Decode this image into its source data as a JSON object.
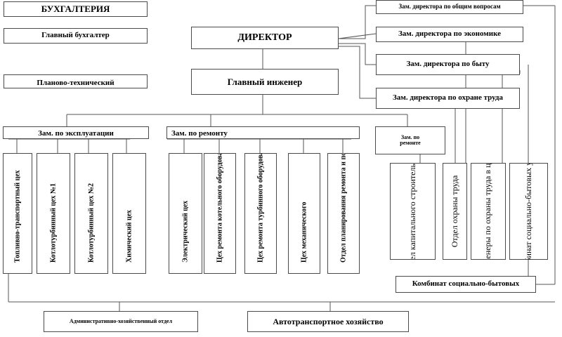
{
  "chart": {
    "accounting": "БУХГАЛТЕРИЯ",
    "chief_accountant": "Главный бухгалтер",
    "director": "ДИРЕКТОР",
    "chief_engineer": "Главный инженер",
    "planning_dept": "Планово-технический",
    "deputies": [
      "Зам. директора по общим вопросам",
      "Зам. директора по экономике",
      "Зам. директора по быту",
      "Зам. директора по охране труда"
    ],
    "zam_operation": "Зам. по эксплуатации",
    "zam_repair": "Зам. по ремонту",
    "zam_construction": "Зам. по\nремонте",
    "operation_units": [
      "Топливно-транспортный цех",
      "Котлотурбинный цех №1",
      "Котлотурбинный цех №2",
      "Химический цех"
    ],
    "repair_units": [
      "Электрический цех",
      "Цех ремонта котельного оборудования",
      "Цех ремонта турбинного оборудования",
      "Цех механического",
      "Отдел планирования ремонта и подготовки"
    ],
    "service_units": [
      "Отдел капитального строительства",
      "Отдел охраны труда",
      "Инженеры по охраны труда в цехах",
      "Комбинат социально-бытовых услуг"
    ],
    "social_combine": "Комбинат социально-бытовых",
    "admin_dept": "Административно-хозяйственный отдел",
    "transport": "Автотранспортное хозяйство"
  }
}
